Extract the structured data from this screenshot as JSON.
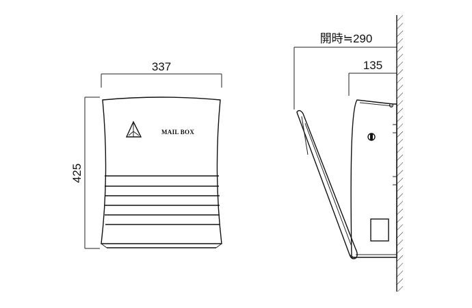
{
  "front_view": {
    "width_label": "337",
    "height_label": "425",
    "nameplate": "MAIL BOX",
    "logo_icon": "triangle-logo-icon"
  },
  "side_view": {
    "open_depth_label": "開時≒290",
    "depth_label": "135",
    "lock_icon": "key-lock-icon",
    "wall_icon": "hatched-wall-icon"
  }
}
